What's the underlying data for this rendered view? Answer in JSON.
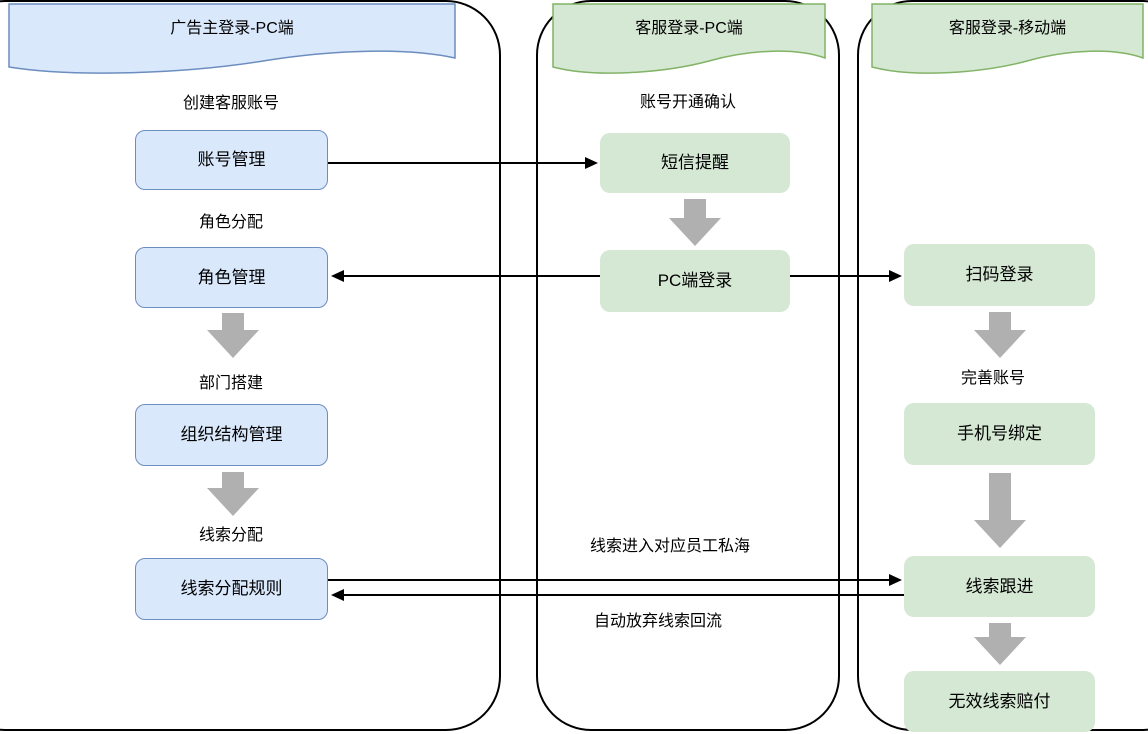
{
  "diagram": {
    "lanes": [
      {
        "title": "广告主登录-PC端",
        "theme": "blue",
        "stage_labels": [
          "创建客服账号",
          "角色分配",
          "部门搭建",
          "线索分配"
        ],
        "nodes": [
          "账号管理",
          "角色管理",
          "组织结构管理",
          "线索分配规则"
        ]
      },
      {
        "title": "客服登录-PC端",
        "theme": "green",
        "stage_labels": [
          "账号开通确认"
        ],
        "nodes": [
          "短信提醒",
          "PC端登录"
        ]
      },
      {
        "title": "客服登录-移动端",
        "theme": "green",
        "stage_labels": [
          "完善账号"
        ],
        "nodes": [
          "扫码登录",
          "手机号绑定",
          "线索跟进",
          "无效线索赔付"
        ]
      }
    ],
    "edge_labels": {
      "to_private_sea": "线索进入对应员工私海",
      "auto_return": "自动放弃线索回流"
    },
    "colors": {
      "blue_fill": "#dae8fc",
      "blue_border": "#6c8ebf",
      "green_fill": "#d5e8d4",
      "green_border": "#82b366",
      "gray_arrow": "#b0b0b0",
      "line": "#000000"
    }
  }
}
